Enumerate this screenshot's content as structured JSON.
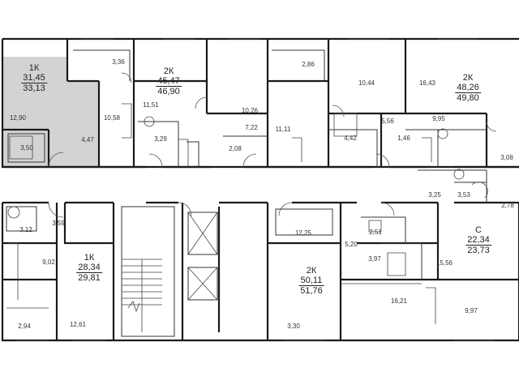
{
  "plan": {
    "apartments": [
      {
        "id": "apt-1k-top",
        "type": "1К",
        "living": "31,45",
        "total": "33,13",
        "highlighted": true
      },
      {
        "id": "apt-2k-a",
        "type": "2К",
        "living": "45,47",
        "total": "46,90",
        "highlighted": false
      },
      {
        "id": "apt-2k-b",
        "type": "2К",
        "living": "48,26",
        "total": "49,80",
        "highlighted": false
      },
      {
        "id": "apt-studio",
        "type": "С",
        "living": "22,34",
        "total": "23,73",
        "highlighted": false
      },
      {
        "id": "apt-1k-bottom",
        "type": "1К",
        "living": "28,34",
        "total": "29,81",
        "highlighted": false
      },
      {
        "id": "apt-2k-c",
        "type": "2К",
        "living": "50,11",
        "total": "51,76",
        "highlighted": false
      }
    ],
    "room_areas": [
      "3,36",
      "2,86",
      "10,44",
      "16,43",
      "12,90",
      "10,58",
      "11,51",
      "10,26",
      "9,95",
      "5,56",
      "7,22",
      "11,11",
      "4,42",
      "1,46",
      "3,50",
      "4,47",
      "3,29",
      "2,08",
      "3,08",
      "3,25",
      "3,53",
      "2,78",
      "3,59",
      "3,12",
      "9,02",
      "2,51",
      "5,20",
      "3,97",
      "12,25",
      "15,56",
      "16,21",
      "9,97",
      "2,94",
      "12,61",
      "3,30"
    ]
  }
}
